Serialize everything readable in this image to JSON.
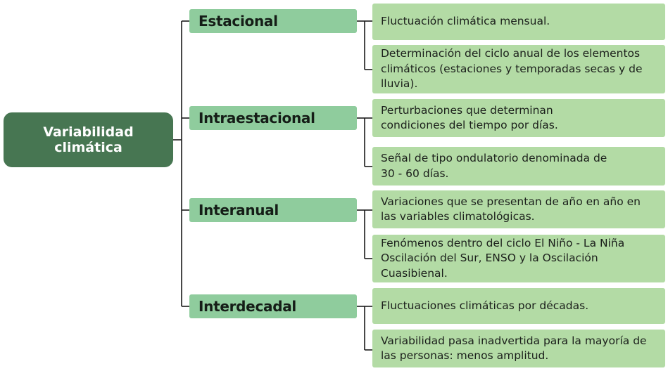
{
  "root": {
    "label": "Variabilidad climática"
  },
  "categories": [
    {
      "label": "Estacional",
      "items": [
        "Fluctuación climática mensual.",
        "Determinación del ciclo anual de los elementos climáticos (estaciones y temporadas secas y de lluvia)."
      ]
    },
    {
      "label": "Intraestacional",
      "items": [
        "Perturbaciones que determinan condiciones del tiempo por días.",
        "Señal de tipo ondulatorio denominada de 30 - 60 días."
      ]
    },
    {
      "label": "Interanual",
      "items": [
        "Variaciones que se presentan de año en año en las variables climatológicas.",
        "Fenómenos dentro del ciclo El Niño - La Niña Oscilación del Sur, ENSO y la Oscilación Cuasibienal."
      ]
    },
    {
      "label": "Interdecadal",
      "items": [
        "Fluctuaciones climáticas por décadas.",
        "Variabilidad pasa inadvertida para la mayoría de las personas: menos amplitud."
      ]
    }
  ],
  "colors": {
    "root": "#477652",
    "category": "#8fcc9d",
    "description": "#b3dba5",
    "connector": "#1a1a1a"
  }
}
